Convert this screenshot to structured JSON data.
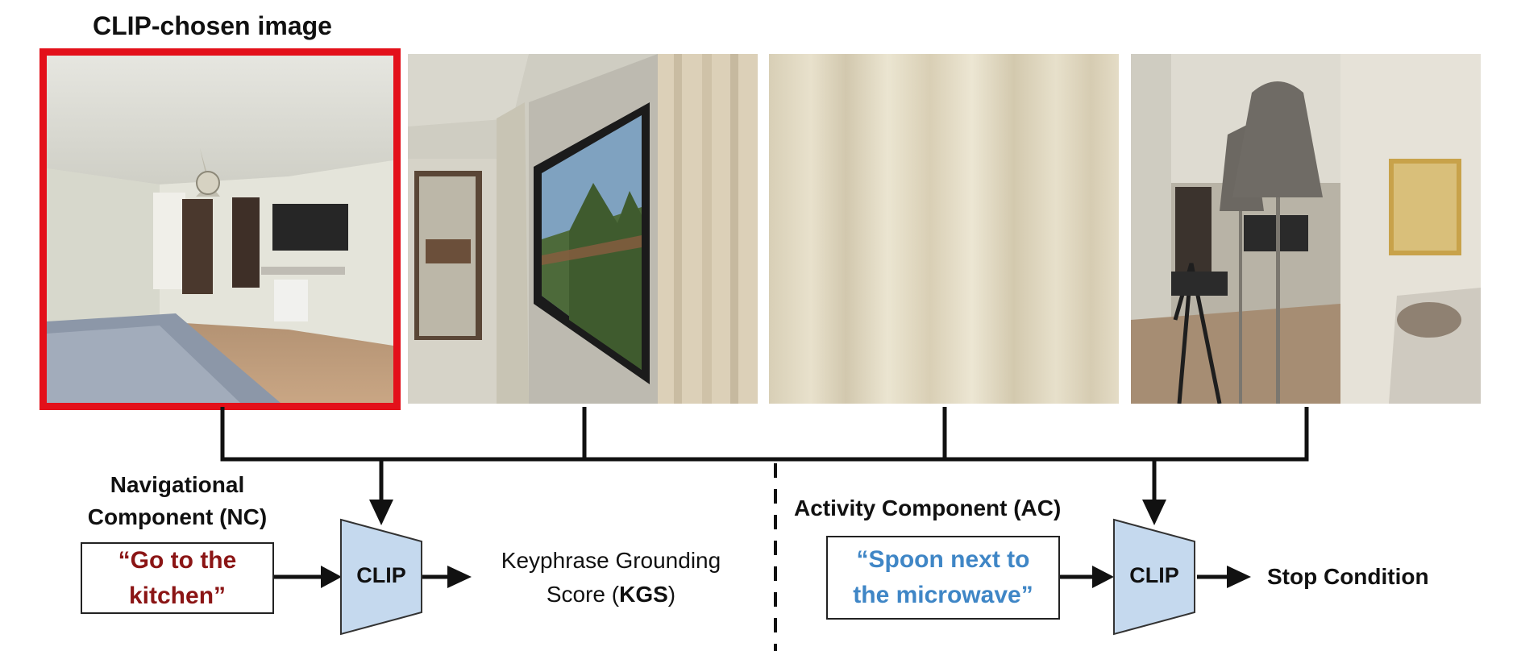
{
  "title": "CLIP-chosen image",
  "images": [
    {
      "name": "bedroom view"
    },
    {
      "name": "window view"
    },
    {
      "name": "curtain view"
    },
    {
      "name": "lamp view"
    }
  ],
  "nc": {
    "label_line1": "Navigational",
    "label_line2": "Component (NC)",
    "quote_line1": "“Go to the",
    "quote_line2": "kitchen”",
    "clip": "CLIP",
    "score_line1": "Keyphrase Grounding",
    "score_prefix": "Score (",
    "score_bold": "KGS",
    "score_suffix": ")"
  },
  "ac": {
    "label": "Activity Component (AC)",
    "quote_line1": "“Spoon next to",
    "quote_line2": "the microwave”",
    "clip": "CLIP",
    "result": "Stop Condition"
  },
  "colors": {
    "highlight": "#e3101a",
    "nc_quote": "#8b1515",
    "ac_quote": "#3f86c6",
    "clip_fill": "#c5d9ee"
  }
}
